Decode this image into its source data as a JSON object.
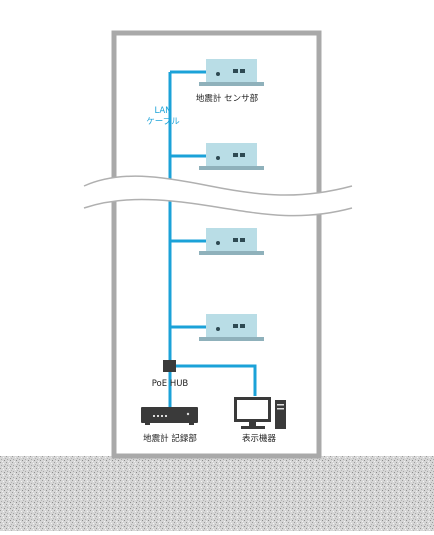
{
  "labels": {
    "sensor": "地震計 センサ部",
    "lan_line1": "LAN",
    "lan_line2": "ケーブル",
    "hub": "PoE HUB",
    "recorder": "地震計 記録部",
    "display": "表示機器"
  },
  "colors": {
    "building_wall": "#a9a9a9",
    "cable": "#1ba2d8",
    "cable_label": "#1ba2d8",
    "sensor_body": "#b9dde6",
    "sensor_base": "#8fb1bb",
    "ground": "#d0d0d0",
    "equipment": "#3a3a3a"
  },
  "icons": {
    "sensor": "seismometer-sensor-icon",
    "hub": "poe-hub-icon",
    "recorder": "recorder-unit-icon",
    "display": "desktop-computer-icon"
  }
}
